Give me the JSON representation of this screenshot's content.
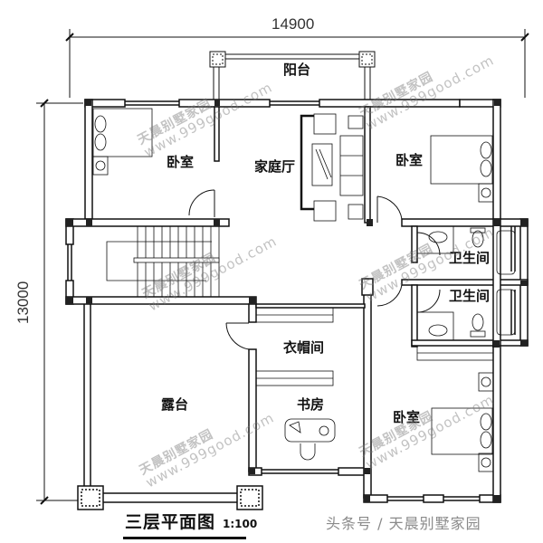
{
  "drawing": {
    "title": "三层平面图",
    "scale": "1:100",
    "footer_credit": "头条号 / 天晨别墅家园",
    "colors": {
      "line": "#111111",
      "column": "#222222",
      "background": "#ffffff",
      "watermark": "#8a8a8a"
    }
  },
  "dimensions": {
    "overall_width": "14900",
    "overall_depth": "13000"
  },
  "rooms": [
    {
      "id": "balcony",
      "label": "阳台"
    },
    {
      "id": "bedroom-nw",
      "label": "卧室"
    },
    {
      "id": "family-hall",
      "label": "家庭厅"
    },
    {
      "id": "bedroom-ne",
      "label": "卧室"
    },
    {
      "id": "bathroom-1",
      "label": "卫生间"
    },
    {
      "id": "bathroom-2",
      "label": "卫生间"
    },
    {
      "id": "cloakroom",
      "label": "衣帽间"
    },
    {
      "id": "terrace",
      "label": "露台"
    },
    {
      "id": "study",
      "label": "书房"
    },
    {
      "id": "bedroom-se",
      "label": "卧室"
    }
  ],
  "watermark": {
    "brand": "天晨别墅家园",
    "url": "www.999good.com"
  }
}
